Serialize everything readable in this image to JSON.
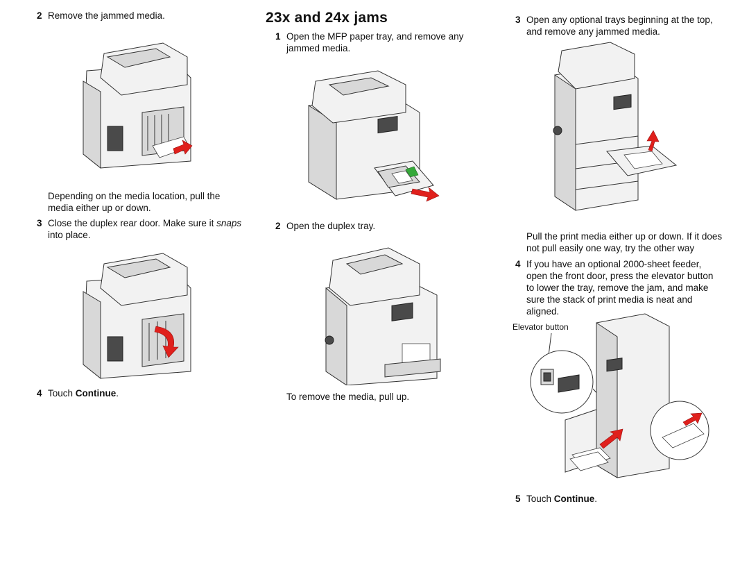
{
  "title": "23x and 24x jams",
  "col1": {
    "step2": {
      "num": "2",
      "text": "Remove the jammed media."
    },
    "para": "Depending on the media location, pull the media either up or down.",
    "step3": {
      "num": "3",
      "text_before": "Close the duplex rear door. Make sure it ",
      "text_em": "snaps",
      "text_after": " into place."
    },
    "step4": {
      "num": "4",
      "text_before": "Touch ",
      "text_bold": "Continue",
      "text_after": "."
    }
  },
  "col2": {
    "step1": {
      "num": "1",
      "text": "Open the MFP paper tray, and remove any jammed media."
    },
    "step2": {
      "num": "2",
      "text": "Open the duplex tray."
    },
    "para": "To remove the media, pull up."
  },
  "col3": {
    "step3": {
      "num": "3",
      "text": "Open any optional trays beginning at the top, and remove any jammed media."
    },
    "para": "Pull the print media either up or down. If it does not pull easily one way, try the other way",
    "step4": {
      "num": "4",
      "text": "If you have an optional 2000-sheet feeder, open the front door, press the elevator button to lower the tray, remove the jam, and make sure the stack of print media is neat and aligned."
    },
    "callout": "Elevator button",
    "step5": {
      "num": "5",
      "text_before": "Touch ",
      "text_bold": "Continue",
      "text_after": "."
    }
  }
}
